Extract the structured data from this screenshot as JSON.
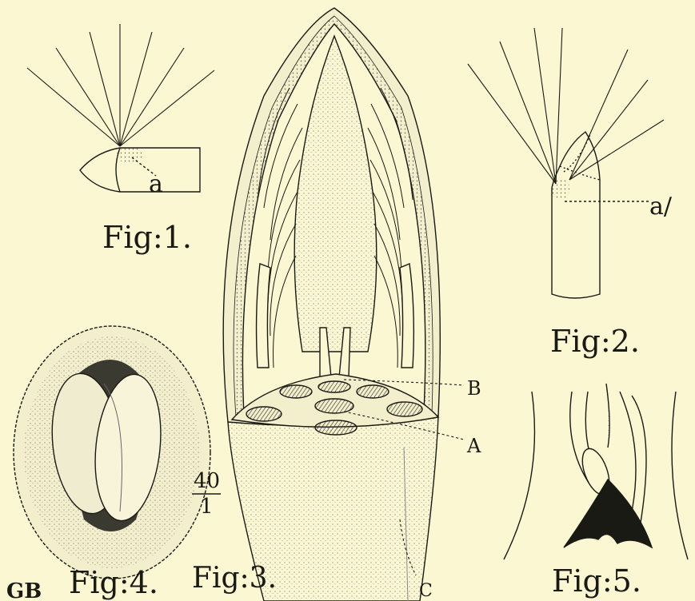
{
  "colors": {
    "paper": "#fbf7d2",
    "ink": "#1a1a14",
    "hatch": "#3a3a30",
    "shade": "#c9c6a8"
  },
  "figures": {
    "fig1": {
      "caption": "Fig:1.",
      "label_a": "a"
    },
    "fig2": {
      "caption": "Fig:2.",
      "label_a": "a/"
    },
    "fig3": {
      "caption": "Fig:3.",
      "label_A": "A",
      "label_B": "B",
      "label_C": "C"
    },
    "fig4": {
      "caption": "Fig:4.",
      "magnification_top": "40",
      "magnification_bottom": "1"
    },
    "fig5": {
      "caption": "Fig:5."
    }
  },
  "signature": "GB"
}
